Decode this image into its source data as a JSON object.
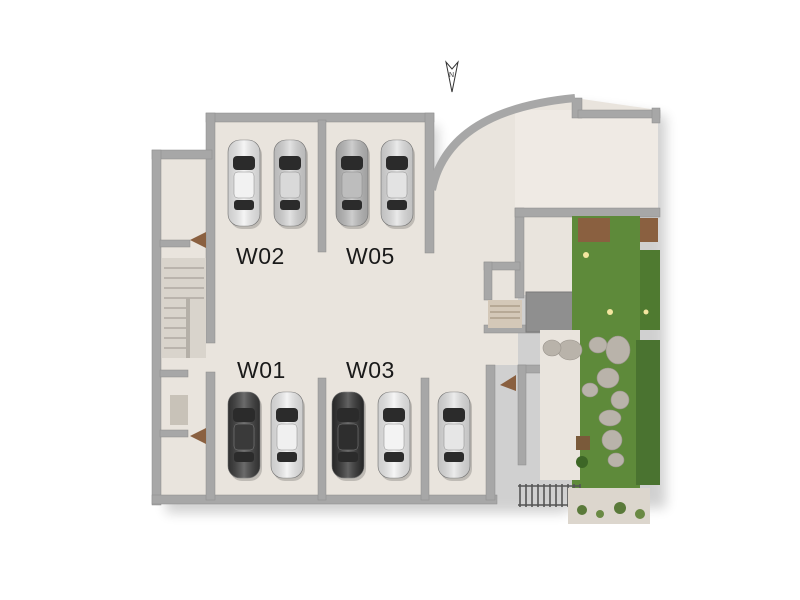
{
  "plan": {
    "bays": [
      {
        "id": "W02",
        "label": "W02"
      },
      {
        "id": "W05",
        "label": "W05"
      },
      {
        "id": "W01",
        "label": "W01"
      },
      {
        "id": "W03",
        "label": "W03"
      }
    ],
    "north_marker": "N"
  },
  "cars": [
    {
      "bay": "W02",
      "color": "#f2f2f2"
    },
    {
      "bay": "W02",
      "color": "#d9d9d9"
    },
    {
      "bay": "W05",
      "color": "#bdbdbd"
    },
    {
      "bay": "W05",
      "color": "#e3e3e3"
    },
    {
      "bay": "W01",
      "color": "#3a3a3a"
    },
    {
      "bay": "W01",
      "color": "#f0f0f0"
    },
    {
      "bay": "W03",
      "color": "#2e2e2e"
    },
    {
      "bay": "W03",
      "color": "#f3f3f3"
    },
    {
      "bay": "none",
      "color": "#e6e6e6"
    }
  ],
  "colors": {
    "floor": "#e8e3dc",
    "wall": "#a9a9a9",
    "wall_top": "#c8c8c8",
    "garden": "#5e8a3a",
    "stone": "#b9b3aa",
    "wood": "#8a6040"
  }
}
